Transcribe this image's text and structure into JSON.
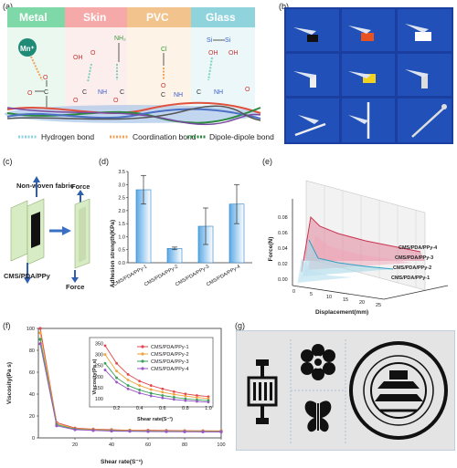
{
  "panels": {
    "a": "(a)",
    "b": "(b)",
    "c": "(c)",
    "d": "(d)",
    "e": "(e)",
    "f": "(f)",
    "g": "(g)"
  },
  "panel_a": {
    "headers": [
      "Metal",
      "Skin",
      "PVC",
      "Glass"
    ],
    "ion": "Mn⁺",
    "atoms": {
      "o": "O",
      "c": "C",
      "oh": "OH",
      "nh2": "NH₂",
      "nh": "NH",
      "cl": "Cl",
      "si": "Si"
    },
    "legend": [
      "Hydrogen bond",
      "Coordination bond",
      "Dipole-dipole bond"
    ]
  },
  "panel_c": {
    "nonwoven": "Non-woven fabric",
    "material": "CMS/PDA/PPy",
    "force": "Force"
  },
  "panel_d": {
    "chart_data": {
      "type": "bar",
      "categories": [
        "CMS/PDA/PPy-1",
        "CMS/PDA/PPy-2",
        "CMS/PDA/PPy-3",
        "CMS/PDA/PPy-4"
      ],
      "values": [
        2.8,
        0.55,
        1.4,
        2.25
      ],
      "errors": [
        0.55,
        0.05,
        0.7,
        0.75
      ],
      "ylabel": "Adhesion strength(KPa)",
      "ylim": [
        0,
        3.5
      ],
      "yticks": [
        "0.0",
        "0.5",
        "1.0",
        "1.5",
        "2.0",
        "2.5",
        "3.0",
        "3.5"
      ]
    }
  },
  "panel_e": {
    "chart_data": {
      "type": "area",
      "series": [
        {
          "name": "CMS/PDA/PPy-1"
        },
        {
          "name": "CMS/PDA/PPy-2"
        },
        {
          "name": "CMS/PDA/PPy-3"
        },
        {
          "name": "CMS/PDA/PPy-4"
        }
      ],
      "ylabel": "Force(N)",
      "xlabel": "Displacement(mm)",
      "yticks": [
        "0.08",
        "0.06",
        "0.04",
        "0.02",
        "0.00"
      ],
      "xticks": [
        "0",
        "5",
        "10",
        "15",
        "20",
        "25"
      ]
    }
  },
  "panel_f": {
    "chart_data": {
      "type": "line",
      "ylabel": "Viscosity(Pa s)",
      "xlabel": "Shear rate(S⁻¹)",
      "xlim": [
        0,
        100
      ],
      "ylim": [
        0,
        100
      ],
      "xticks": [
        "20",
        "40",
        "60",
        "80",
        "100"
      ],
      "yticks": [
        "0",
        "20",
        "40",
        "60",
        "80",
        "100"
      ],
      "x": [
        1,
        10,
        20,
        30,
        40,
        50,
        60,
        70,
        80,
        90,
        100
      ],
      "series": [
        {
          "name": "CMS/PDA/PPy-1",
          "color": "#e0484e",
          "values": [
            100,
            14,
            9,
            8,
            7.5,
            7,
            7,
            6.8,
            6.6,
            6.5,
            6.4
          ]
        },
        {
          "name": "CMS/PDA/PPy-2",
          "color": "#f2a23a",
          "values": [
            96,
            13,
            8.5,
            7.5,
            7,
            6.8,
            6.6,
            6.4,
            6.3,
            6.2,
            6.1
          ]
        },
        {
          "name": "CMS/PDA/PPy-3",
          "color": "#3aa05a",
          "values": [
            90,
            12,
            8,
            7,
            6.6,
            6.3,
            6.1,
            6,
            5.9,
            5.8,
            5.7
          ]
        },
        {
          "name": "CMS/PDA/PPy-4",
          "color": "#9a56c6",
          "values": [
            86,
            11,
            7.5,
            6.8,
            6.2,
            6,
            5.8,
            5.7,
            5.6,
            5.5,
            5.4
          ]
        }
      ]
    },
    "inset": {
      "ylabel": "Viscosity(Pa s)",
      "xlabel": "Shear rate(S⁻¹)",
      "xticks": [
        "0.2",
        "0.4",
        "0.6",
        "0.8",
        "1.0"
      ],
      "yticks": [
        "100",
        "150",
        "200",
        "250",
        "300",
        "350"
      ],
      "x": [
        0.1,
        0.2,
        0.3,
        0.4,
        0.5,
        0.6,
        0.7,
        0.8,
        0.9,
        1.0
      ],
      "ylim": [
        80,
        360
      ],
      "series": [
        {
          "name": "CMS/PDA/PPy-1",
          "color": "#e0484e",
          "values": [
            340,
            260,
            210,
            180,
            160,
            145,
            132,
            122,
            115,
            110
          ]
        },
        {
          "name": "CMS/PDA/PPy-2",
          "color": "#f2a23a",
          "values": [
            300,
            225,
            185,
            160,
            142,
            130,
            120,
            112,
            106,
            101
          ]
        },
        {
          "name": "CMS/PDA/PPy-3",
          "color": "#3aa05a",
          "values": [
            260,
            195,
            160,
            140,
            125,
            115,
            107,
            100,
            95,
            92
          ]
        },
        {
          "name": "CMS/PDA/PPy-4",
          "color": "#9a56c6",
          "values": [
            230,
            175,
            145,
            126,
            113,
            104,
            97,
            92,
            88,
            85
          ]
        }
      ]
    }
  }
}
